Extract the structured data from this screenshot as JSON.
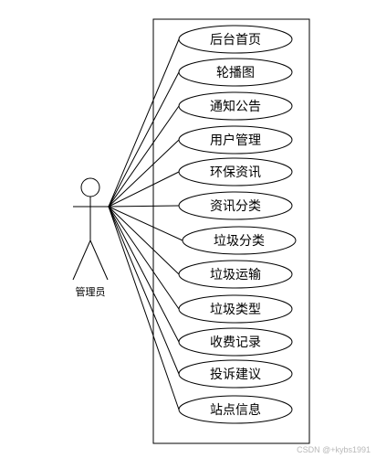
{
  "actor": {
    "label": "管理员"
  },
  "use_cases": [
    "后台首页",
    "轮播图",
    "通知公告",
    "用户管理",
    "环保资讯",
    "资讯分类",
    "垃圾分类",
    "垃圾运输",
    "垃圾类型",
    "收费记录",
    "投诉建议",
    "站点信息"
  ],
  "watermark": "CSDN @+kybs1991"
}
